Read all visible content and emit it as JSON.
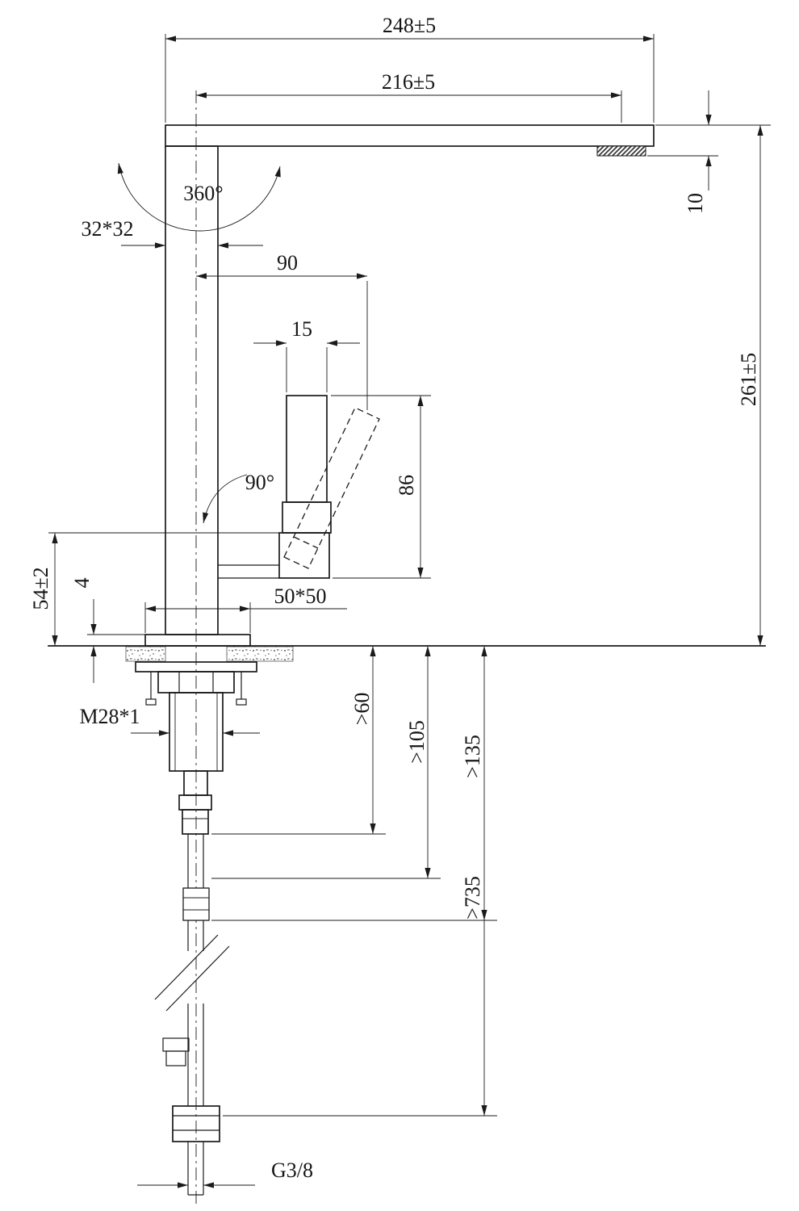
{
  "drawing": {
    "subject": "single-lever kitchen faucet side elevation",
    "dimensions": {
      "total_reach": "248±5",
      "spout_reach": "216±5",
      "swivel_angle": "360°",
      "body_section": "32*32",
      "handle_offset": "90",
      "handle_width": "15",
      "spout_thickness": "10",
      "overall_height": "261±5",
      "handle_swing": "90°",
      "handle_length": "86",
      "deck_height": "54±2",
      "base_plate_thickness": "4",
      "base_section": "50*50",
      "mounting_thread": "M28*1",
      "clearance_60": ">60",
      "clearance_105": ">105",
      "clearance_135": ">135",
      "hose_length": ">735",
      "supply_thread": "G3/8"
    }
  }
}
